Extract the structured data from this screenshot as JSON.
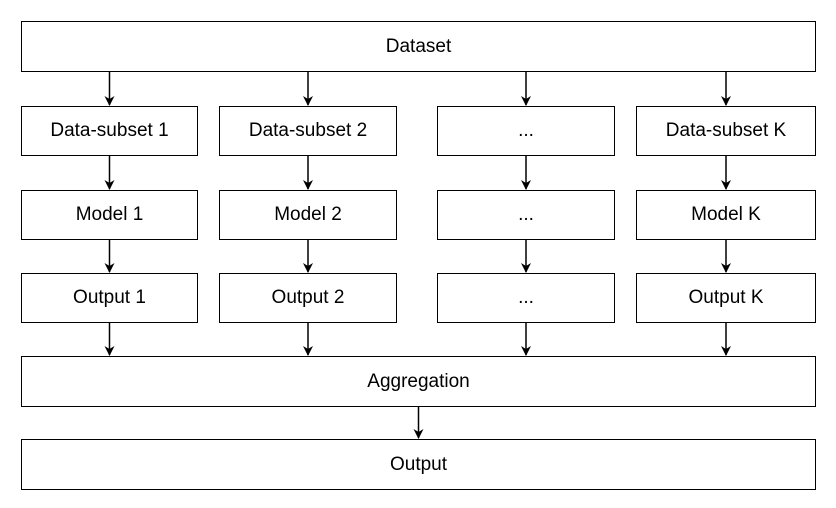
{
  "dataset": "Dataset",
  "columns": [
    {
      "subset": "Data-subset 1",
      "model": "Model 1",
      "output": "Output 1"
    },
    {
      "subset": "Data-subset 2",
      "model": "Model 2",
      "output": "Output 2"
    },
    {
      "subset": "...",
      "model": "...",
      "output": "..."
    },
    {
      "subset": "Data-subset K",
      "model": "Model K",
      "output": "Output K"
    }
  ],
  "aggregation": "Aggregation",
  "output": "Output"
}
